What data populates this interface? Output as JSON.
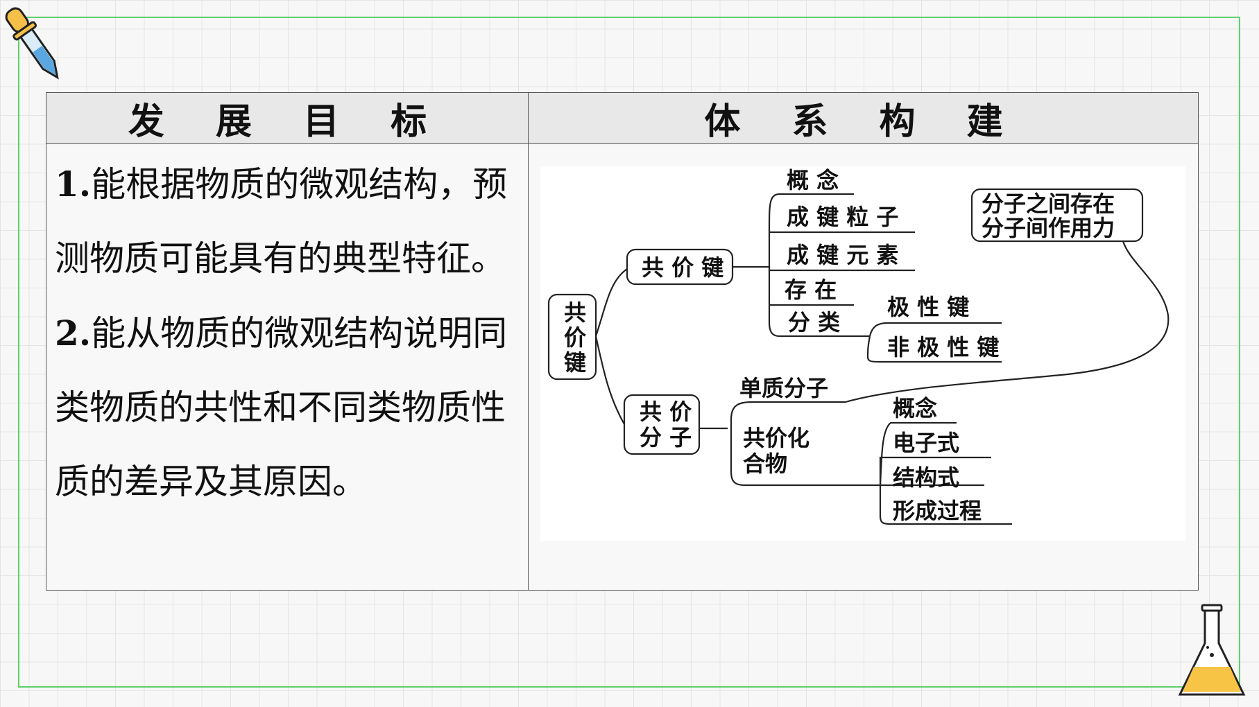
{
  "headers": {
    "goals": "发 展 目 标",
    "system": "体 系 构 建"
  },
  "goals": [
    {
      "num": "1.",
      "text": "能根据物质的微观结构，预测物质可能具有的典型特征。"
    },
    {
      "num": "2.",
      "text": "能从物质的微观结构说明同类物质的共性和不同类物质性质的差异及其原因。"
    }
  ],
  "diagram": {
    "root": "共\n价\n键",
    "branch1": {
      "label": "共 价 键",
      "items": [
        "概 念",
        "成 键 粒 子",
        "成 键 元 素",
        "存 在",
        "分 类"
      ],
      "classification": [
        "极 性 键",
        "非 极 性 键"
      ]
    },
    "branch2": {
      "label": "共 价\n分 子",
      "items": [
        "单质分子",
        "共价化\n合物"
      ],
      "compound_items": [
        "概念",
        "电子式",
        "结构式",
        "形成过程"
      ]
    },
    "note": "分子之间存在\n分子间作用力"
  }
}
